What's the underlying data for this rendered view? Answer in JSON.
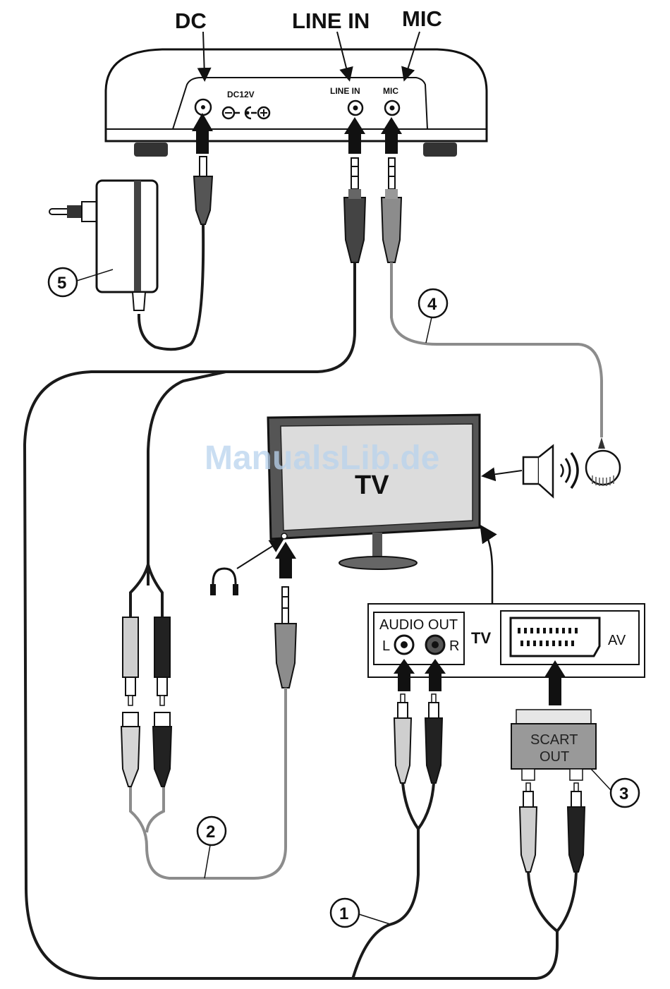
{
  "device": {
    "top_labels": {
      "dc": "DC",
      "line_in": "LINE IN",
      "mic": "MIC"
    },
    "panel_labels": {
      "dc12v": "DC12V",
      "line_in": "LINE IN",
      "mic": "MIC"
    }
  },
  "tv": {
    "screen_label": "TV"
  },
  "tv_panel": {
    "audio_out": "AUDIO OUT",
    "left": "L",
    "right": "R",
    "tv": "TV",
    "av": "AV"
  },
  "scart_adapter": {
    "line1": "SCART",
    "line2": "OUT"
  },
  "callouts": [
    "1",
    "2",
    "3",
    "4",
    "5"
  ],
  "watermark": "ManualsLib.de",
  "colors": {
    "cable_black": "#1a1a1a",
    "cable_grey": "#8c8c8c",
    "watermark": "#b9d3ee"
  }
}
